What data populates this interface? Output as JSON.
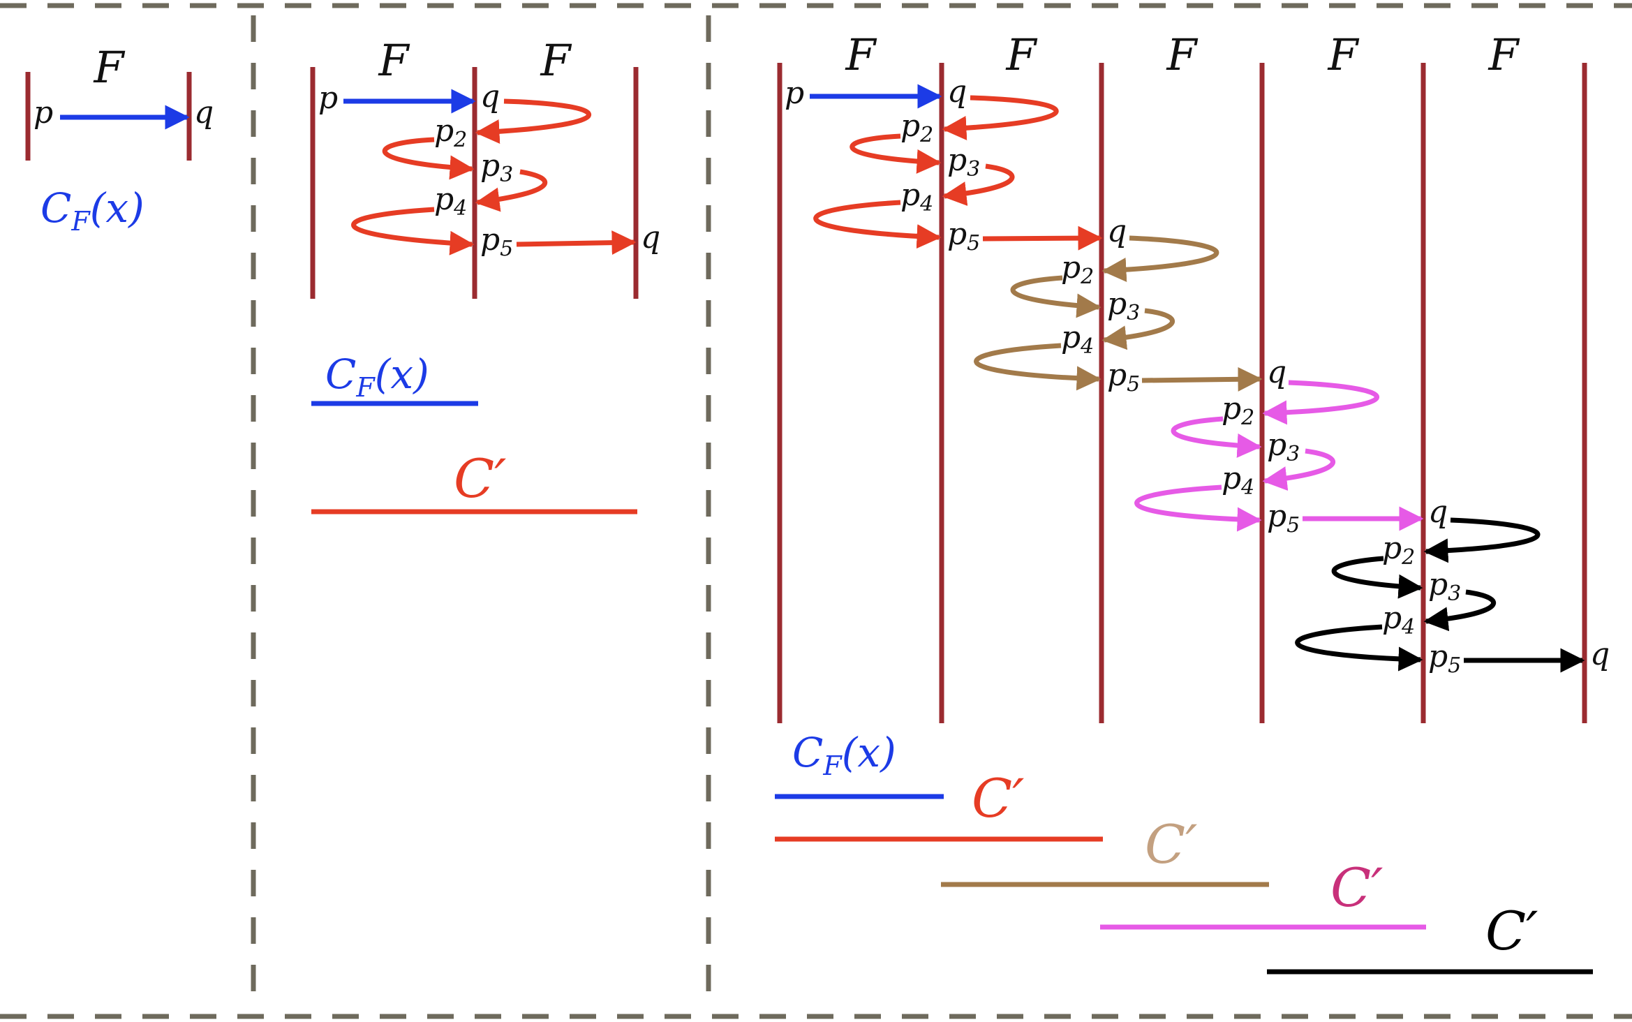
{
  "labels": {
    "F": "F",
    "p": "p",
    "q": "q",
    "p2": "p2",
    "p3": "p3",
    "p4": "p4",
    "p5": "p5",
    "cf": "C_F(x)",
    "cprime": "C′"
  },
  "colors": {
    "wall": "#9b2b30",
    "frame": "#6e6a5c",
    "blue": "#1c3be6",
    "red": "#e63c24",
    "brown": "#a27a4a",
    "magenta": "#e65ae6",
    "black": "#000000",
    "cprime_brown": "#c3a080",
    "cprime_magenta": "#c8307a"
  }
}
